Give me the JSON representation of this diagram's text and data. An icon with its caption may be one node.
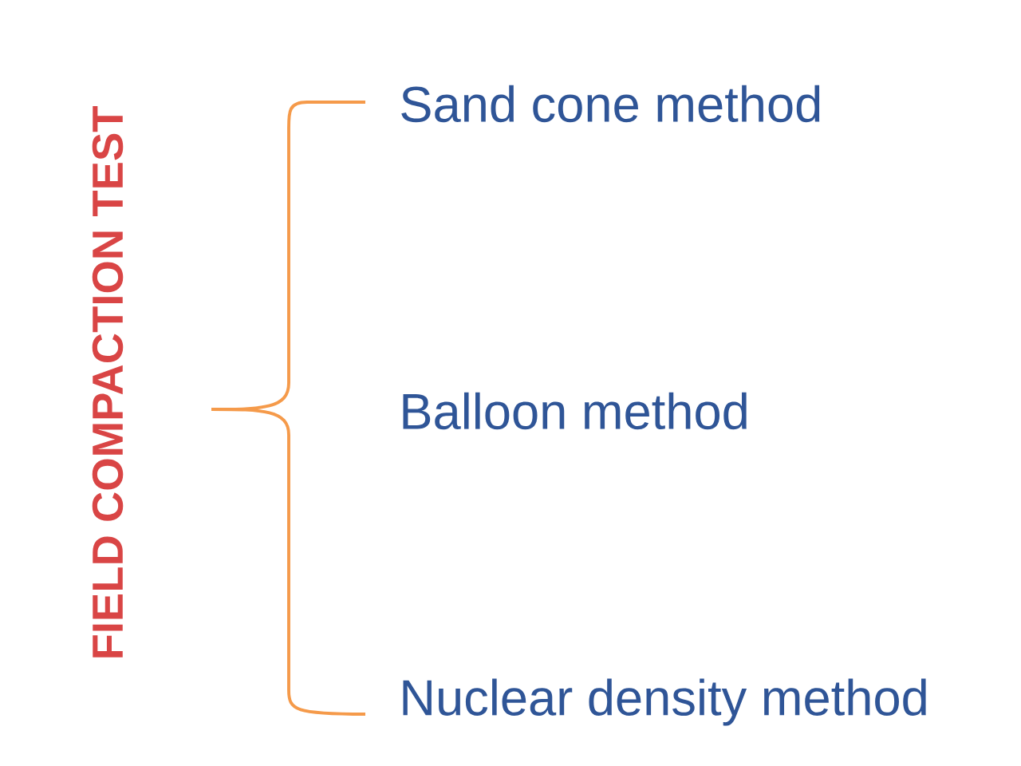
{
  "diagram": {
    "title": "FIELD COMPACTION TEST",
    "labels": [
      "Sand cone method",
      "Balloon method",
      "Nuclear density method"
    ]
  }
}
